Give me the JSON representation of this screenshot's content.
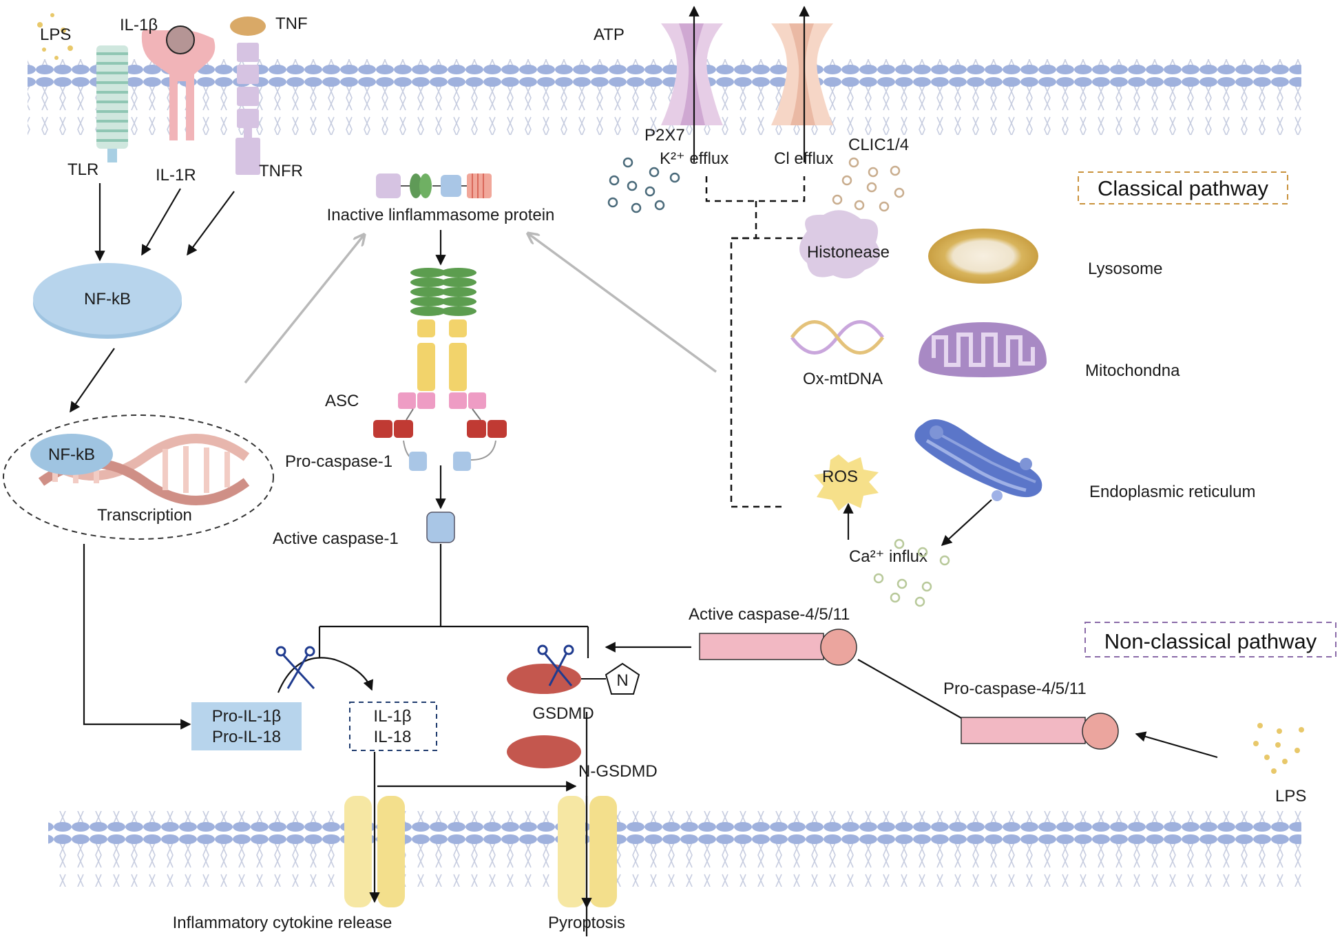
{
  "membrane": {
    "top": "plasma-membrane-top",
    "bottom": "plasma-membrane-bottom"
  },
  "receptors": {
    "lps_top": "LPS",
    "il1b_ligand": "IL-1β",
    "tnf_ligand": "TNF",
    "tlr": "TLR",
    "il1r": "IL-1R",
    "tnfr": "TNFR"
  },
  "channels": {
    "atp": "ATP",
    "p2x7": "P2X7",
    "k_efflux": "K²⁺ efflux",
    "cl_efflux": "Cl efflux",
    "clic": "CLIC1/4"
  },
  "pathways": {
    "classical": "Classical pathway",
    "non_classical": "Non-classical pathway"
  },
  "signaling": {
    "nfkb": "NF-kB",
    "nfkb_dna": "NF-kB",
    "transcription": "Transcription"
  },
  "inflammasome": {
    "inactive": "Inactive linflammasome protein",
    "asc": "ASC",
    "pro_caspase1": "Pro-caspase-1",
    "active_caspase1": "Active caspase-1"
  },
  "organelles": {
    "histonease": "Histonease",
    "lysosome": "Lysosome",
    "ox_mtdna": "Ox-mtDNA",
    "mitochondria": "Mitochondna",
    "ros": "ROS",
    "er": "Endoplasmic reticulum",
    "ca_influx": "Ca²⁺ influx"
  },
  "cytokines": {
    "pro_il1b": "Pro-IL-1β",
    "pro_il18": "Pro-IL-18",
    "il1b": "IL-1β",
    "il18": "IL-18",
    "release": "Inflammatory cytokine release"
  },
  "gsdmd": {
    "gsdmd": "GSDMD",
    "n_terminal": "N",
    "n_gsdmd": "N-GSDMD",
    "pyroptosis": "Pyroptosis"
  },
  "non_classical": {
    "active_casp": "Active caspase-4/5/11",
    "pro_casp": "Pro-caspase-4/5/11",
    "lps": "LPS"
  },
  "colors": {
    "membrane_head": "#9fb1dd",
    "membrane_tail": "#c9cfe0",
    "nfkb": "#b7d4ec",
    "caspase": "#f2b8c3",
    "gsdmd": "#c4574e",
    "pore": "#f6e7a3",
    "lysosome": "#d8b45c",
    "mito": "#a889c4"
  }
}
